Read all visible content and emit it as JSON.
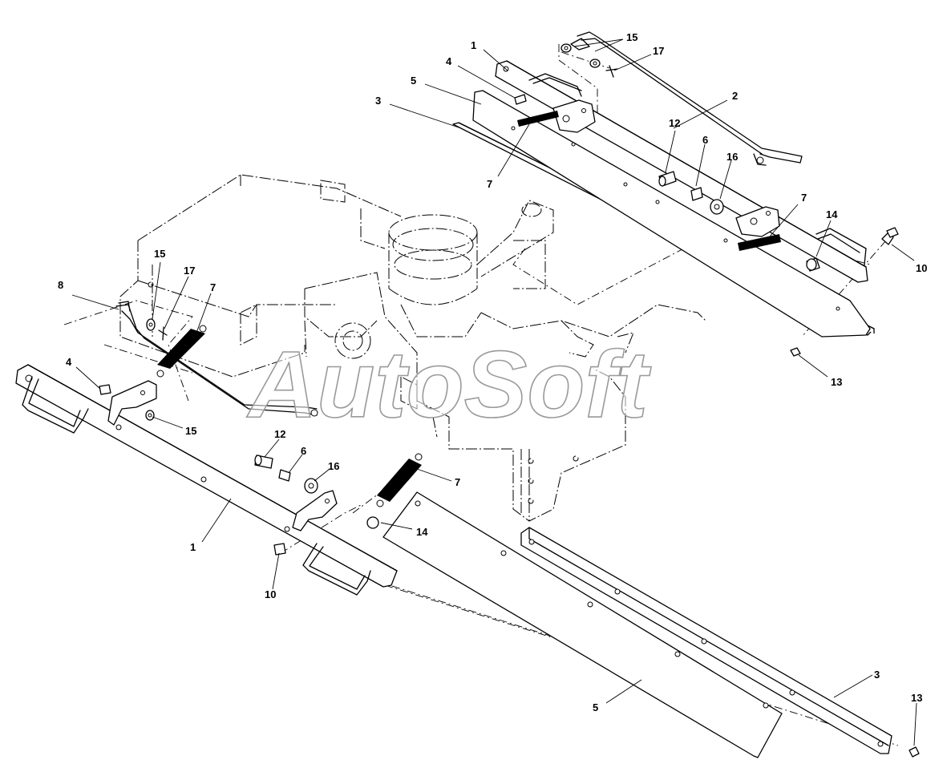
{
  "watermark": "AutoSoft",
  "callouts": {
    "c1_top": "1",
    "c2": "2",
    "c3_top": "3",
    "c4_top": "4",
    "c5_top": "5",
    "c7_top1": "7",
    "c7_top2": "7",
    "c12_top": "12",
    "c6_top": "6",
    "c16_top": "16",
    "c14_top": "14",
    "c10_top": "10",
    "c13_top": "13",
    "c15_top": "15",
    "c17_top": "17",
    "c15_left": "15",
    "c17_left": "17",
    "c7_left": "7",
    "c8": "8",
    "c4_left": "4",
    "c15_left2": "15",
    "c12_mid": "12",
    "c6_mid": "6",
    "c16_mid": "16",
    "c7_mid": "7",
    "c14_mid": "14",
    "c1_bottom": "1",
    "c10_bottom": "10",
    "c5_bottom": "5",
    "c3_bottom": "3",
    "c13_bottom": "13"
  }
}
